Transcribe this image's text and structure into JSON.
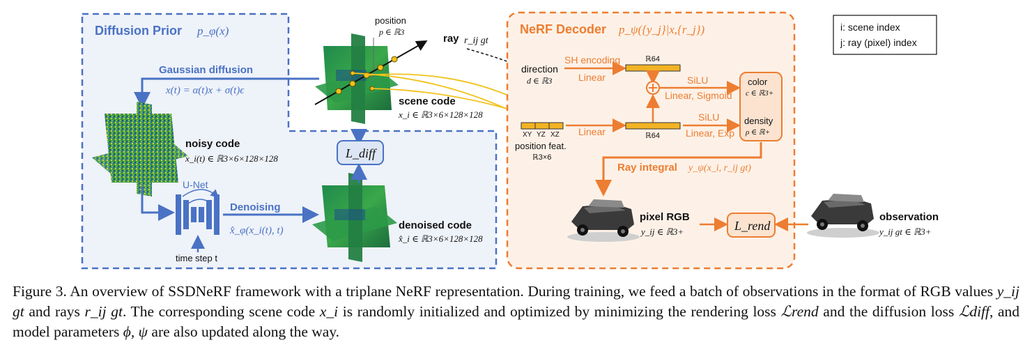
{
  "prior": {
    "title": "Diffusion Prior",
    "title_math": "p_φ(x)",
    "gaussian": "Gaussian diffusion",
    "gaussian_eq": "x(t) = α(t)x + σ(t)ϵ",
    "noisy_label": "noisy code",
    "noisy_math": "x_i(t) ∈ ℝ3×6×128×128",
    "unet": "U-Net",
    "timestep": "time step t",
    "denoising": "Denoising",
    "denoising_math": "x̂_φ(x_i(t), t)",
    "scene_label": "scene code",
    "scene_math": "x_i ∈ ℝ3×6×128×128",
    "denoised_label": "denoised code",
    "denoised_math": "x̂_i ∈ ℝ3×6×128×128",
    "position": "position",
    "position_math": "p ∈ ℝ3",
    "ray_label": "ray",
    "ray_math": "r_ij gt",
    "loss_diff": "L_diff"
  },
  "decoder": {
    "title": "NeRF Decoder",
    "title_math": "p_ψ({y_j}|x,{r_j})",
    "direction": "direction",
    "direction_math": "d ∈ ℝ3",
    "sh": "SH encoding",
    "linear1": "Linear",
    "r64a": "ℝ64",
    "silu1": "SiLU",
    "linsig": "Linear, Sigmoid",
    "color": "color",
    "color_math": "c ∈ ℝ3+",
    "density": "density",
    "density_math": "ρ ∈ ℝ+",
    "xy": "XY",
    "yz": "YZ",
    "xz": "XZ",
    "linear2": "Linear",
    "r64b": "ℝ64",
    "silu2": "SiLU",
    "linexp": "Linear, Exp",
    "posfeat": "position feat.",
    "posfeat_dim": "ℝ3×6",
    "ray_integral": "Ray integral",
    "ray_integral_math": "y_ψ(x_i, r_ij gt)",
    "pixel": "pixel RGB",
    "pixel_math": "y_ij ∈ ℝ3+",
    "loss_rend": "L_rend",
    "observation": "observation",
    "observation_math": "y_ij gt ∈ ℝ3+"
  },
  "legend": {
    "line1": "i: scene index",
    "line2": "j: ray (pixel) index"
  },
  "caption": {
    "part1": "Figure 3. An overview of SSDNeRF framework with a triplane NeRF representation. During training, we feed a batch of observations in the format of RGB values",
    "sym1": "y_ij gt",
    "part2": "and rays",
    "sym2": "r_ij gt",
    "part3": ". The corresponding scene code",
    "sym3": "x_i",
    "part4": "is randomly initialized and optimized by minimizing the rendering loss",
    "sym4": "ℒrend",
    "part5": "and the diffusion loss",
    "sym5": "ℒdiff",
    "part6": ", and model parameters",
    "sym6": "ϕ, ψ",
    "part7": "are also updated along the way."
  },
  "colors": {
    "blue": "#4a72c4",
    "orange": "#ed7d31",
    "prior_bg": "#eef2f9",
    "decoder_bg": "#fdf1e7",
    "feature_bar": "#f2b324",
    "yellow_line": "#f2c21b"
  }
}
